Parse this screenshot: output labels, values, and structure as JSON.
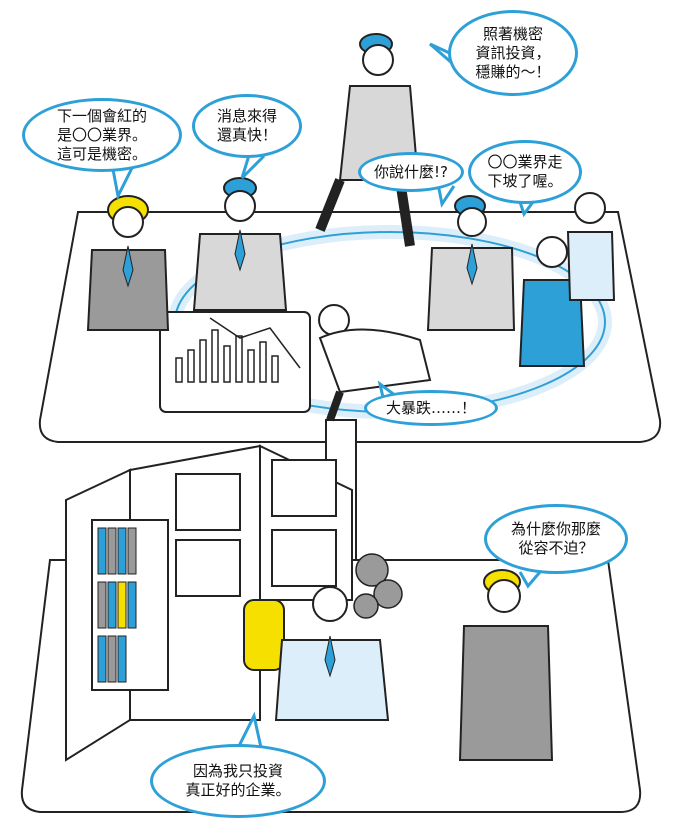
{
  "bubbles": {
    "secret_tip": "下一個會紅的\n是〇〇業界。\n這可是機密。",
    "news_fast": "消息來得\n還真快！",
    "follow_secret": "照著機密\n資訊投資，\n穩賺的～！",
    "what_you_say": "你說什麼!?",
    "industry_down": "〇〇業界走\n下坡了喔。",
    "crash": "大暴跌……！",
    "why_calm": "為什麼你那麼\n從容不迫？",
    "good_companies": "因為我只投資\n真正好的企業。"
  },
  "colors": {
    "accent_blue": "#2ea0d8",
    "light_blue": "#dceef9",
    "gray_suit": "#9a9a9a",
    "yellow": "#f5e000",
    "line": "#222222"
  }
}
